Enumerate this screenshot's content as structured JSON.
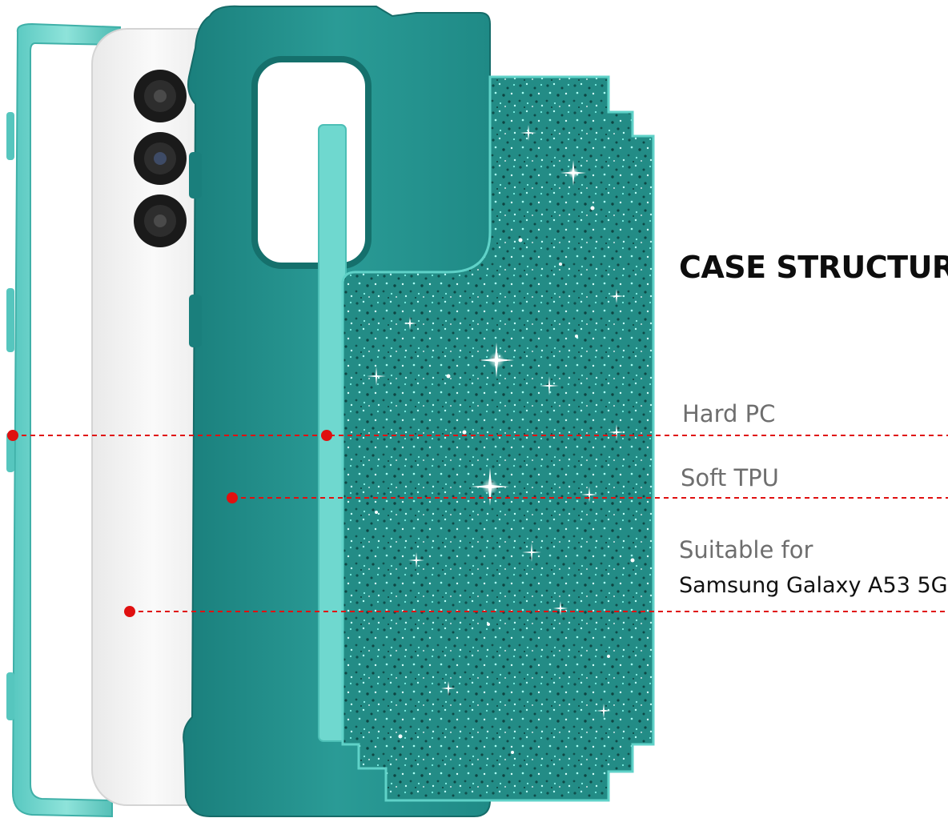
{
  "title": "CASE STRUCTURE",
  "layers": {
    "hard_pc": "Hard PC",
    "soft_tpu": "Soft TPU",
    "suitable_for": "Suitable for",
    "phone_model": "Samsung Galaxy A53 5G"
  },
  "colors": {
    "teal_dark": "#1f8f8c",
    "teal_mid": "#2fa8a3",
    "teal_light": "#6fd8cf",
    "glitter_base": "#23908a",
    "phone_white": "#f2f2f2",
    "indicator_red": "#e01010"
  }
}
